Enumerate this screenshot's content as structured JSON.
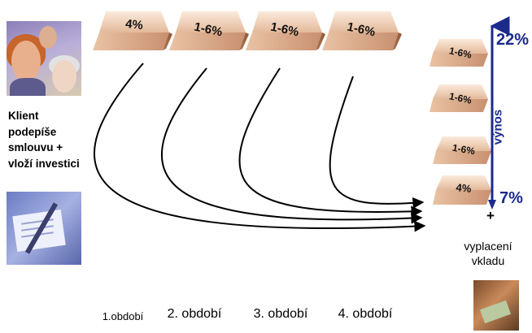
{
  "client": {
    "text": "Klient\npodepíše\nsmlouvu +\nvloží investici"
  },
  "bars_top": [
    {
      "label": "4%"
    },
    {
      "label": "1-6%"
    },
    {
      "label": "1-6%"
    },
    {
      "label": "1-6%"
    }
  ],
  "bars_stack": [
    {
      "label": "1-6%"
    },
    {
      "label": "1-6%"
    },
    {
      "label": "1-6%"
    },
    {
      "label": "4%"
    }
  ],
  "periods": [
    "1.období",
    "2. období",
    "3. období",
    "4. období"
  ],
  "yield": {
    "top": "22%",
    "bottom": "7%",
    "axis_label": "výnos"
  },
  "payout": {
    "plus": "+",
    "text": "vyplacení\nvkladu"
  },
  "colors": {
    "bar_light": "#f6dcc6",
    "bar_mid": "#d9a987",
    "bar_dark": "#a86d48",
    "axis_blue": "#1c2a8c"
  }
}
